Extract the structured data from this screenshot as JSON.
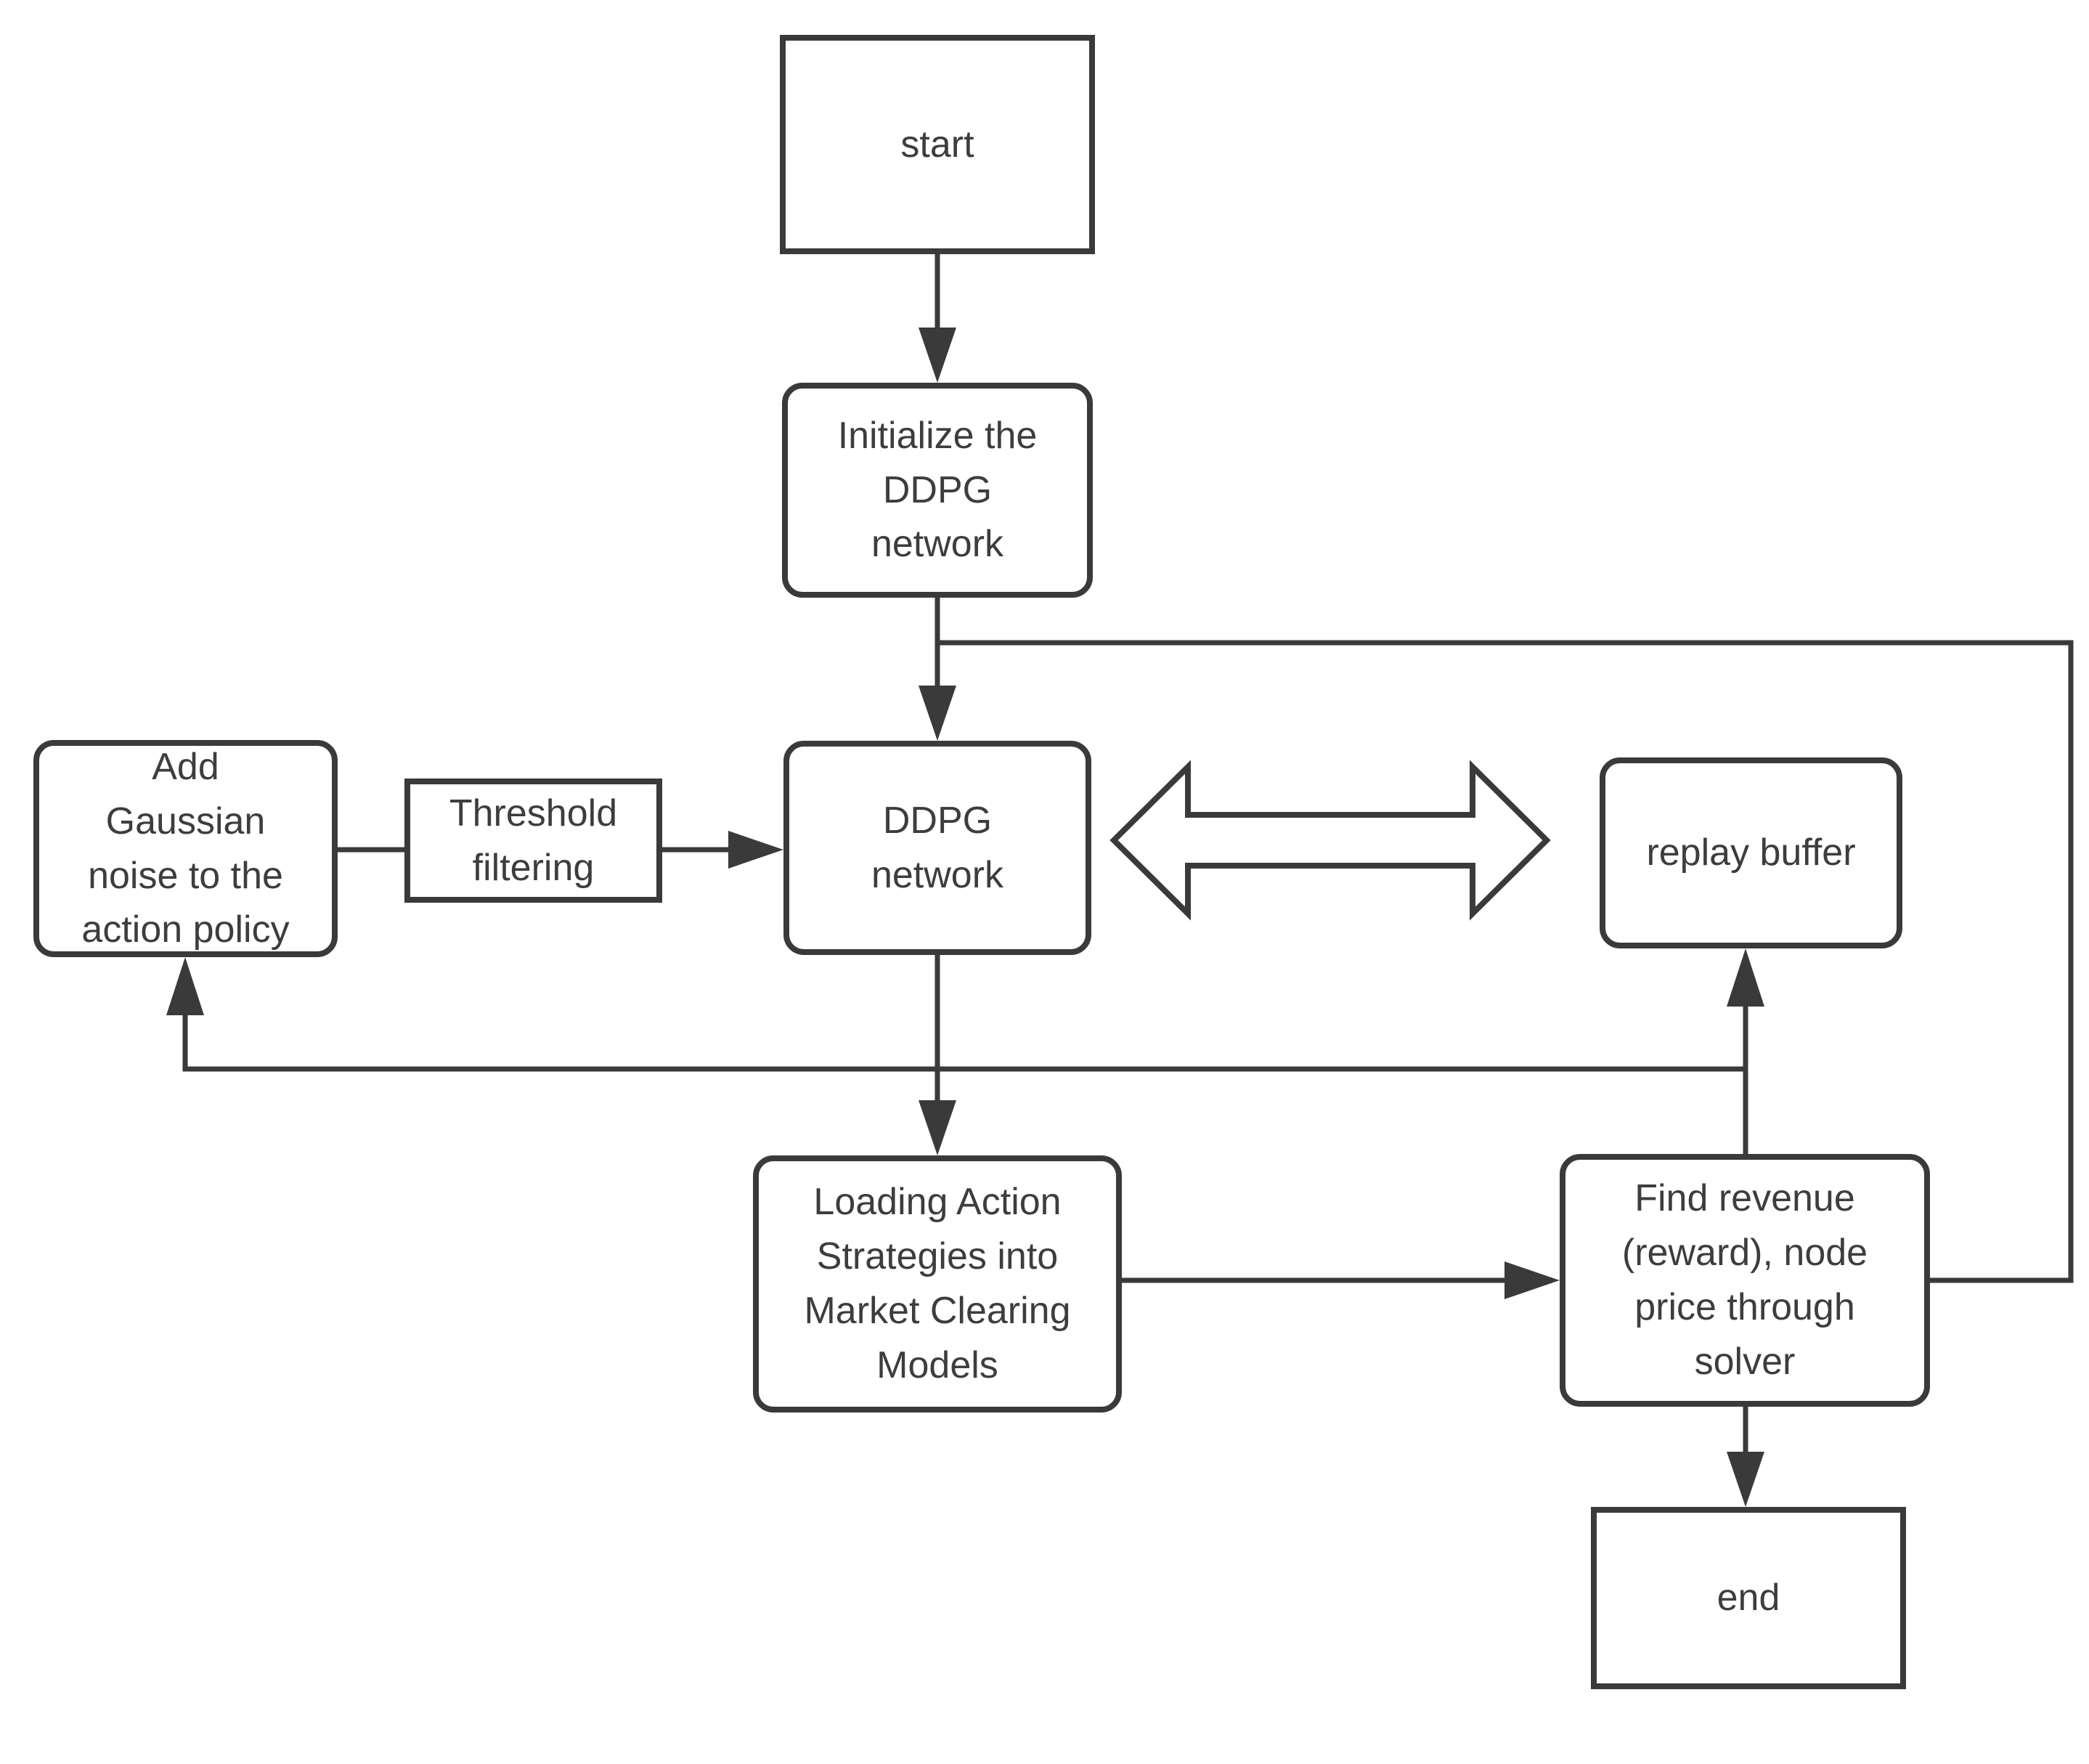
{
  "colors": {
    "ink": "#3a3a3a",
    "text": "#3d3d3d",
    "background": "#ffffff"
  },
  "nodes": {
    "start": {
      "label": "start",
      "shape": "rectangle"
    },
    "initialize": {
      "label": "Initialize the\nDDPG\nnetwork",
      "shape": "rounded-rectangle"
    },
    "add_gaussian_noise": {
      "label": "Add\nGaussian\nnoise to the\naction policy",
      "shape": "rounded-rectangle"
    },
    "threshold_filtering": {
      "label": "Threshold\nfiltering",
      "shape": "rectangle"
    },
    "ddpg_network": {
      "label": "DDPG\nnetwork",
      "shape": "rounded-rectangle"
    },
    "replay_buffer": {
      "label": "replay buffer",
      "shape": "rounded-rectangle"
    },
    "loading_action_strategies": {
      "label": "Loading Action\nStrategies into\nMarket Clearing\nModels",
      "shape": "rounded-rectangle"
    },
    "find_revenue": {
      "label": "Find revenue\n(reward), node\nprice through\nsolver",
      "shape": "rounded-rectangle"
    },
    "end": {
      "label": "end",
      "shape": "rectangle"
    }
  },
  "edges": [
    {
      "from": "start",
      "to": "initialize",
      "style": "arrow"
    },
    {
      "from": "initialize",
      "to": "ddpg_network",
      "style": "arrow"
    },
    {
      "from": "initialize",
      "to": "find_revenue",
      "style": "plain-line",
      "route": "around-right-side"
    },
    {
      "from": "add_gaussian_noise",
      "to": "threshold_filtering",
      "style": "plain-line"
    },
    {
      "from": "threshold_filtering",
      "to": "ddpg_network",
      "style": "arrow"
    },
    {
      "from": "ddpg_network",
      "to": "replay_buffer",
      "style": "double-block-arrow"
    },
    {
      "from": "ddpg_network",
      "to": "loading_action_strategies",
      "style": "arrow"
    },
    {
      "from": "loading_action_strategies",
      "to": "find_revenue",
      "style": "arrow"
    },
    {
      "from": "find_revenue",
      "to": "replay_buffer",
      "style": "arrow"
    },
    {
      "from": "find_revenue",
      "to": "add_gaussian_noise",
      "style": "arrow",
      "route": "feedback-left"
    },
    {
      "from": "find_revenue",
      "to": "end",
      "style": "arrow"
    }
  ]
}
